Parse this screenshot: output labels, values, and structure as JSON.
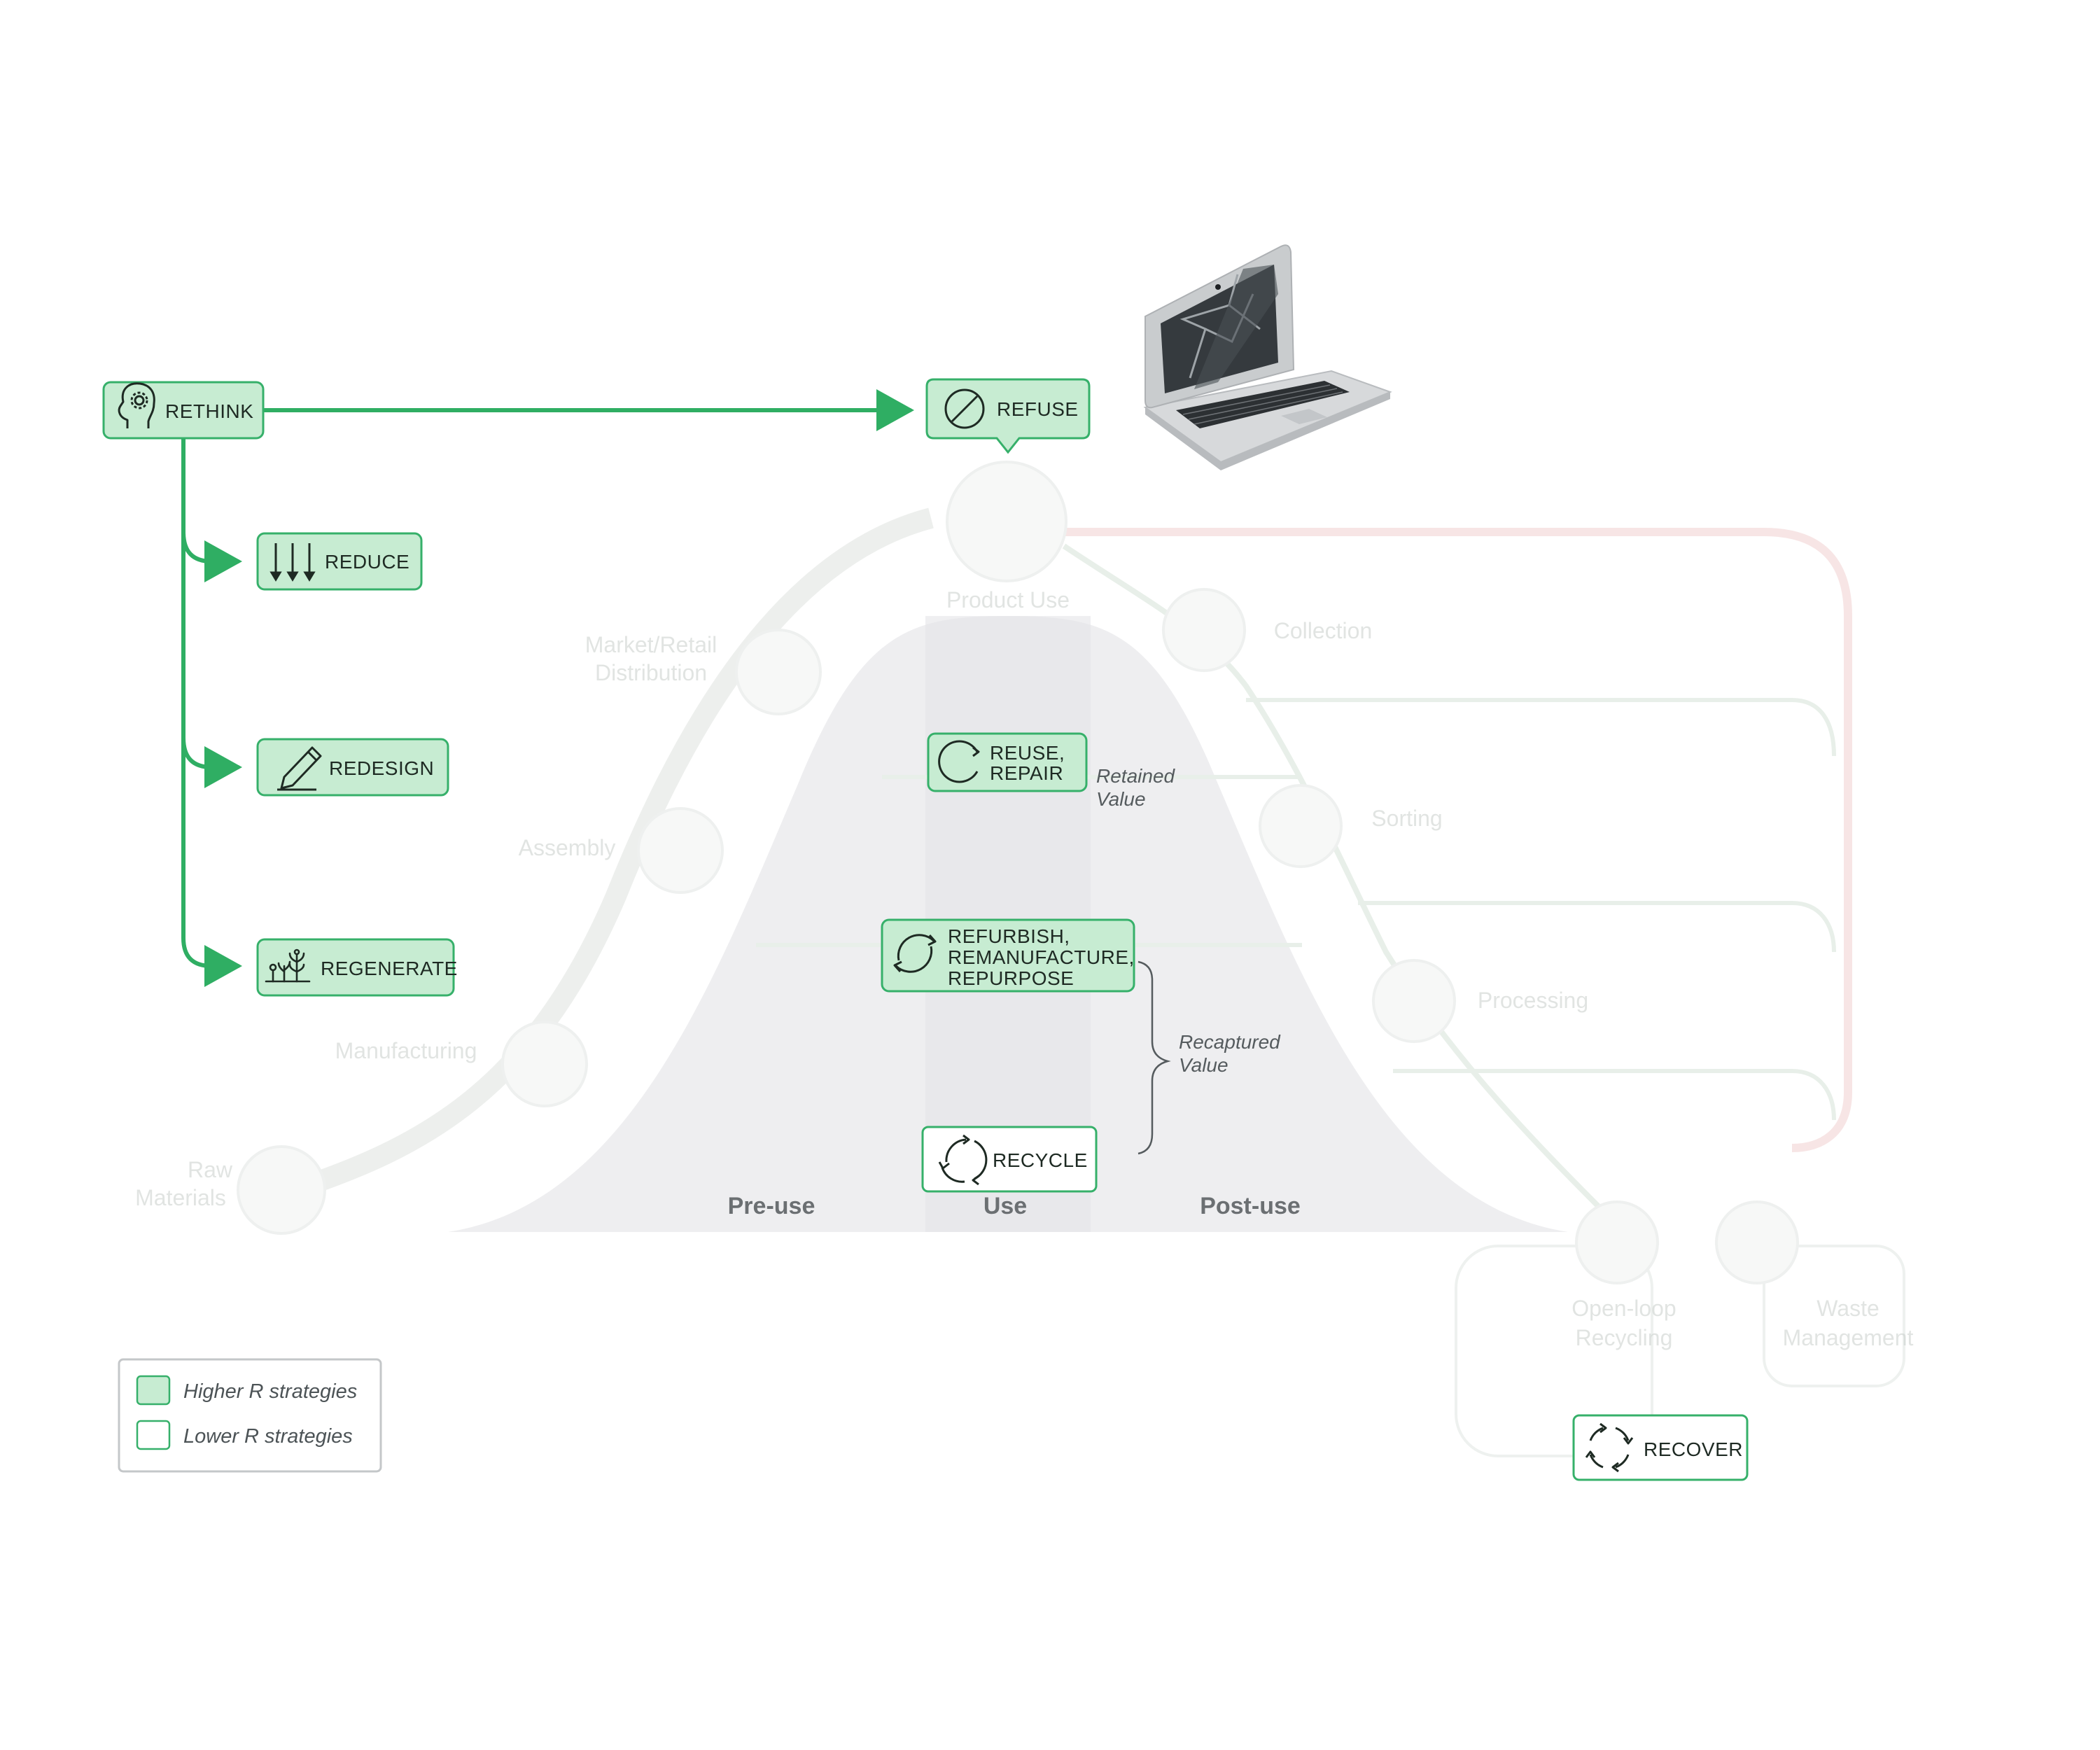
{
  "colors": {
    "accent_green": "#2fae63",
    "node_fill_high": "#c7ecd2",
    "node_stroke_high": "#36b06a",
    "node_fill_low": "#ffffff",
    "ghost": "#e6e9e7",
    "hump": "#eeeef0"
  },
  "nodes": {
    "rethink": {
      "label": "RETHINK",
      "icon": "head-gear-icon"
    },
    "refuse": {
      "label": "REFUSE",
      "icon": "prohibited-icon"
    },
    "reduce": {
      "label": "REDUCE",
      "icon": "down-arrows-icon"
    },
    "redesign": {
      "label": "REDESIGN",
      "icon": "pencil-icon"
    },
    "regenerate": {
      "label": "REGENERATE",
      "icon": "plants-icon"
    },
    "reuse_repair": {
      "line1": "REUSE,",
      "line2": "REPAIR",
      "icon": "cycle-arrow-icon"
    },
    "refurbish": {
      "line1": "REFURBISH,",
      "line2": "REMANUFACTURE,",
      "line3": "REPURPOSE",
      "icon": "double-cycle-icon"
    },
    "recycle": {
      "label": "RECYCLE",
      "icon": "recycle-loop-icon"
    },
    "recover": {
      "label": "RECOVER",
      "icon": "recover-loop-icon"
    }
  },
  "value_labels": {
    "retained_line1": "Retained",
    "retained_line2": "Value",
    "recaptured_line1": "Recaptured",
    "recaptured_line2": "Value"
  },
  "phases": {
    "pre_use": "Pre-use",
    "use": "Use",
    "post_use": "Post-use"
  },
  "faded_stages": {
    "market_line1": "Market/Retail",
    "market_line2": "Distribution",
    "assembly": "Assembly",
    "manufacturing": "Manufacturing",
    "raw_line1": "Raw",
    "raw_line2": "Materials",
    "product_use": "Product Use",
    "collection": "Collection",
    "sorting": "Sorting",
    "processing": "Processing",
    "open_loop_line1": "Open-loop",
    "open_loop_line2": "Recycling",
    "waste_line1": "Waste",
    "waste_line2": "Management"
  },
  "legend": {
    "higher": "Higher R strategies",
    "lower": "Lower R strategies"
  },
  "image": {
    "icon": "broken-laptop-icon"
  }
}
